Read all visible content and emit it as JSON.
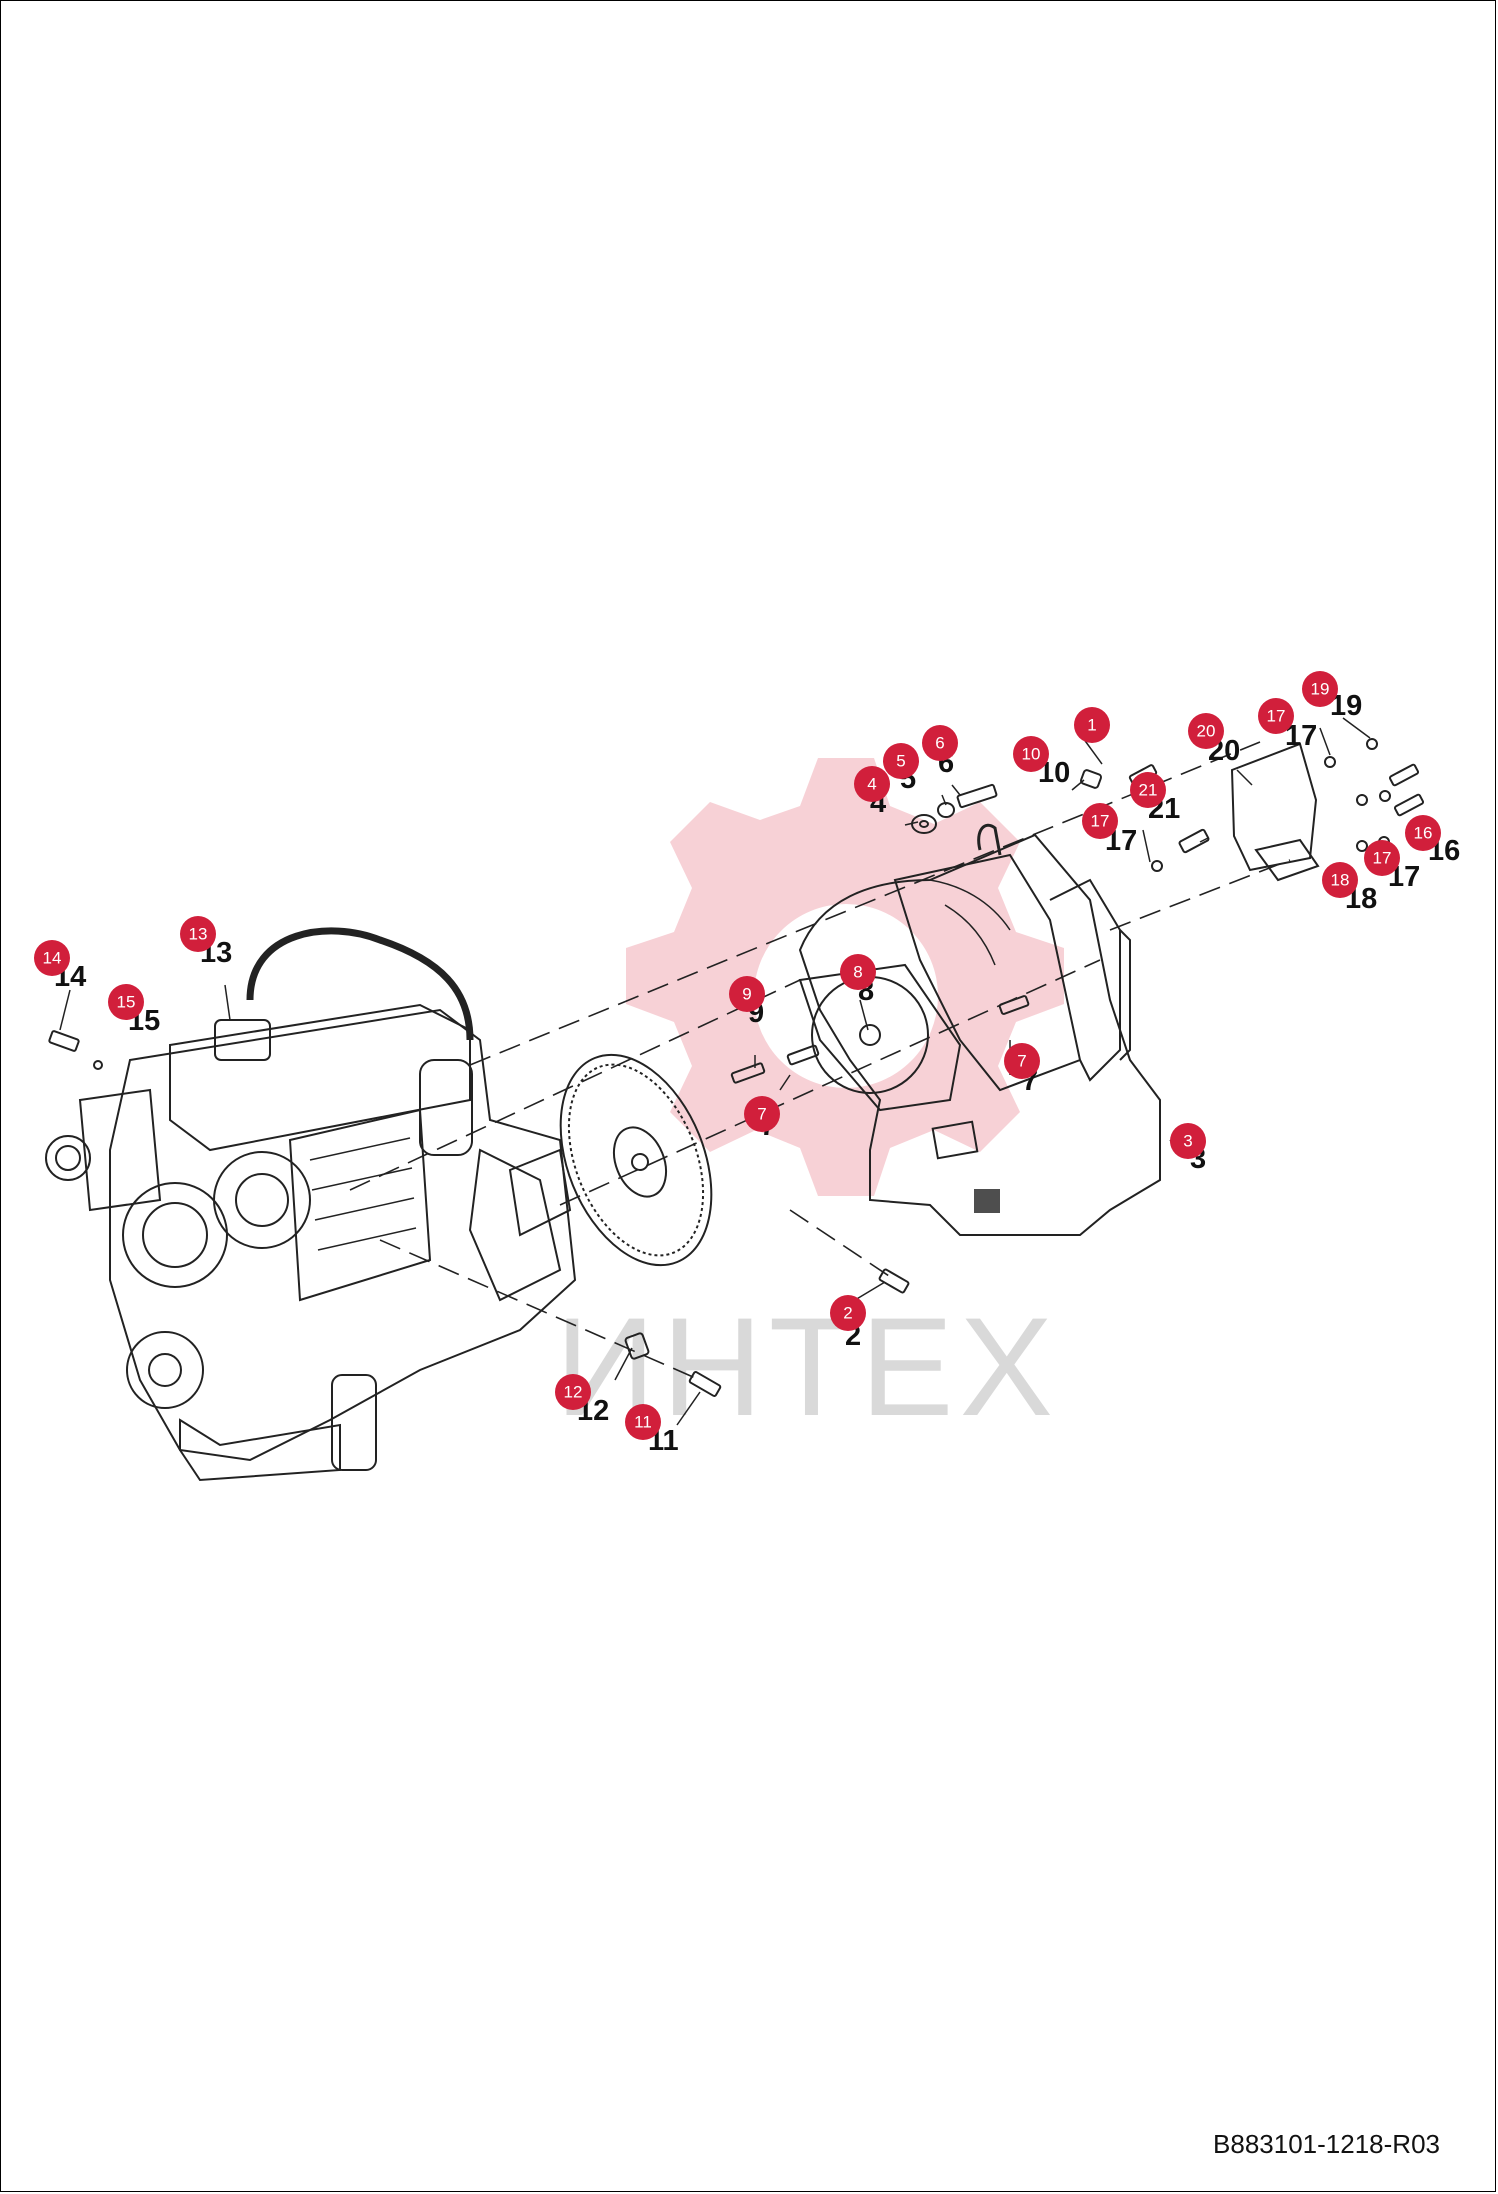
{
  "diagram": {
    "reference_code": "B883101-1218-R03",
    "watermark_text": "ИНТЕХ",
    "colors": {
      "badge": "#d11f3b",
      "line": "#222222",
      "watermark_gear": "#f6c9cf"
    },
    "callouts": [
      {
        "id": "1",
        "label": "1"
      },
      {
        "id": "2",
        "label": "2"
      },
      {
        "id": "3",
        "label": "3"
      },
      {
        "id": "4",
        "label": "4"
      },
      {
        "id": "5",
        "label": "5"
      },
      {
        "id": "6",
        "label": "6"
      },
      {
        "id": "7a",
        "label": "7"
      },
      {
        "id": "7b",
        "label": "7"
      },
      {
        "id": "8",
        "label": "8"
      },
      {
        "id": "9",
        "label": "9"
      },
      {
        "id": "10",
        "label": "10"
      },
      {
        "id": "11",
        "label": "11"
      },
      {
        "id": "12",
        "label": "12"
      },
      {
        "id": "13",
        "label": "13"
      },
      {
        "id": "14",
        "label": "14"
      },
      {
        "id": "15",
        "label": "15"
      },
      {
        "id": "16",
        "label": "16"
      },
      {
        "id": "17a",
        "label": "17"
      },
      {
        "id": "17b",
        "label": "17"
      },
      {
        "id": "17c",
        "label": "17"
      },
      {
        "id": "18",
        "label": "18"
      },
      {
        "id": "19",
        "label": "19"
      },
      {
        "id": "20",
        "label": "20"
      },
      {
        "id": "21",
        "label": "21"
      }
    ]
  }
}
